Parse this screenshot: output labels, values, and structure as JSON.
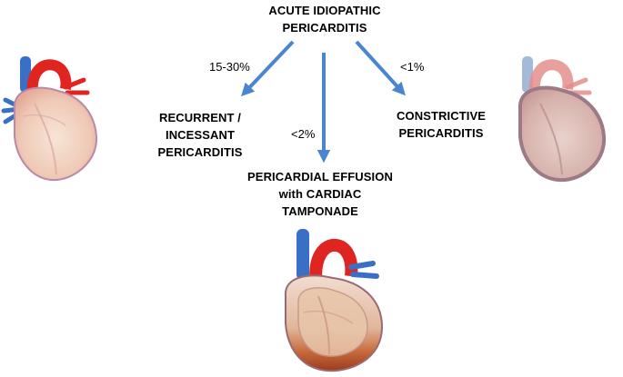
{
  "diagram": {
    "root": {
      "lines": [
        "ACUTE IDIOPATHIC",
        "PERICARDITIS"
      ]
    },
    "outcomes": {
      "recurrent": {
        "lines": [
          "RECURRENT /",
          "INCESSANT",
          "PERICARDITIS"
        ],
        "percent": "15-30%"
      },
      "effusion": {
        "lines": [
          "PERICARDIAL EFFUSION",
          "with CARDIAC",
          "TAMPONADE"
        ],
        "percent": "<2%"
      },
      "constrictive": {
        "lines": [
          "CONSTRICTIVE",
          "PERICARDITIS"
        ],
        "percent": "<1%"
      }
    }
  },
  "illustrations": {
    "left": "normal-heart-illustration",
    "right": "thickened-pericardium-heart-illustration",
    "bottom": "heart-with-effusion-illustration"
  },
  "colors": {
    "arrow": "#4a86d0",
    "text": "#000000",
    "artery_red": "#e02520",
    "vein_blue": "#3a6fc6",
    "myocardium_pink": "#f2d8c8",
    "effusion_fluid": "#c76a3c"
  }
}
